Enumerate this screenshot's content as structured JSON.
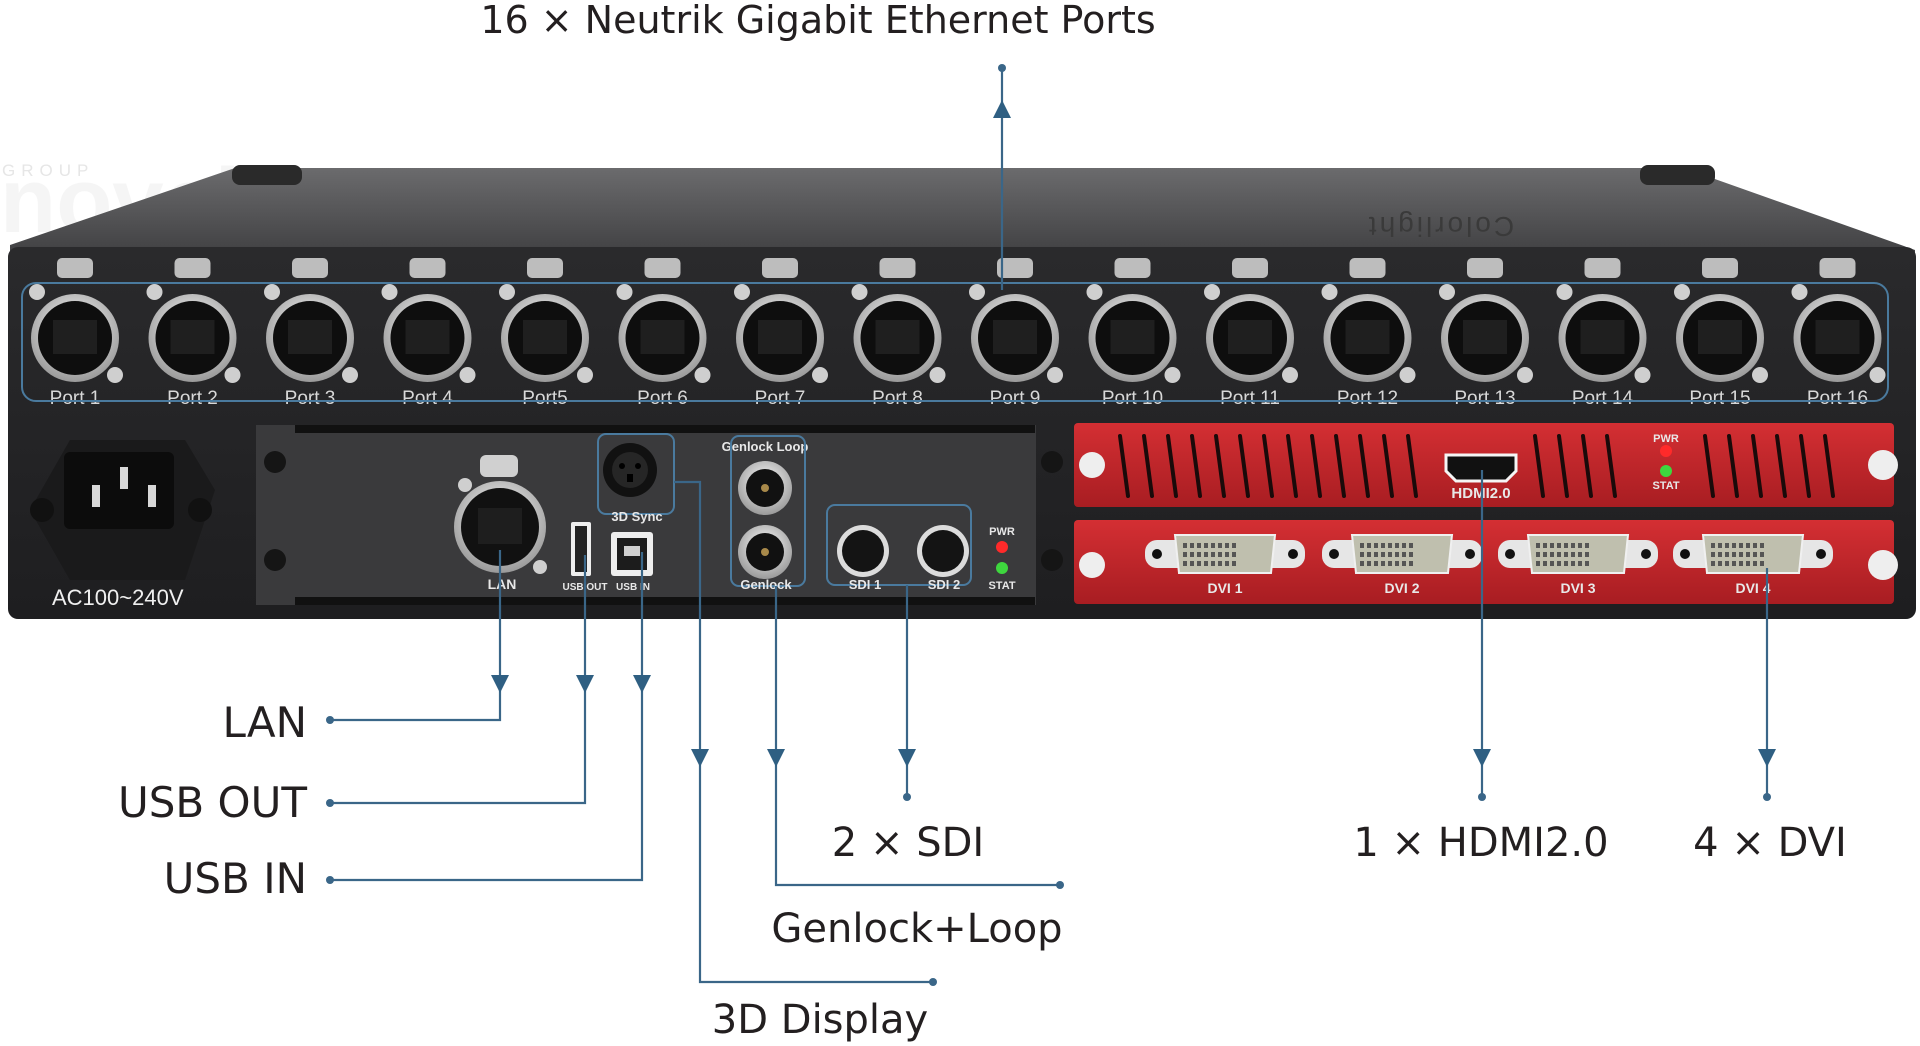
{
  "brand": {
    "watermark_small": "GROUP",
    "watermark_large": "novelty",
    "chassis_logo": "Colorlight"
  },
  "colors": {
    "callout_line": "#3a6688",
    "chassis": "#2c2c2e",
    "card_red": "#c8262b",
    "led_pwr": "#ff2a2a",
    "led_stat": "#3ed63e"
  },
  "top_callout": {
    "label": "16 × Neutrik Gigabit Ethernet Ports"
  },
  "ethernet_ports": [
    {
      "label": "Port 1"
    },
    {
      "label": "Port 2"
    },
    {
      "label": "Port 3"
    },
    {
      "label": "Port 4"
    },
    {
      "label": "Port5"
    },
    {
      "label": "Port 6"
    },
    {
      "label": "Port 7"
    },
    {
      "label": "Port 8"
    },
    {
      "label": "Port 9"
    },
    {
      "label": "Port 10"
    },
    {
      "label": "Port 11"
    },
    {
      "label": "Port 12"
    },
    {
      "label": "Port 13"
    },
    {
      "label": "Port 14"
    },
    {
      "label": "Port 15"
    },
    {
      "label": "Port 16"
    }
  ],
  "power": {
    "label": "AC100~240V"
  },
  "control_card": {
    "lan": "LAN",
    "usb_out": "USB OUT",
    "usb_in": "USB IN",
    "sync_3d": "3D Sync",
    "genlock_loop": "Genlock Loop",
    "genlock": "Genlock",
    "sdi1": "SDI 1",
    "sdi2": "SDI 2",
    "pwr": "PWR",
    "stat": "STAT"
  },
  "hdmi_card": {
    "port": "HDMI2.0",
    "pwr": "PWR",
    "stat": "STAT"
  },
  "dvi_card": {
    "ports": [
      {
        "label": "DVI 1"
      },
      {
        "label": "DVI 2"
      },
      {
        "label": "DVI 3"
      },
      {
        "label": "DVI 4"
      }
    ]
  },
  "callouts": {
    "lan": "LAN",
    "usb_out": "USB OUT",
    "usb_in": "USB IN",
    "sdi": "2 × SDI",
    "genlock_loop": "Genlock+Loop",
    "display_3d": "3D Display",
    "hdmi": "1 × HDMI2.0",
    "dvi": "4 × DVI"
  }
}
